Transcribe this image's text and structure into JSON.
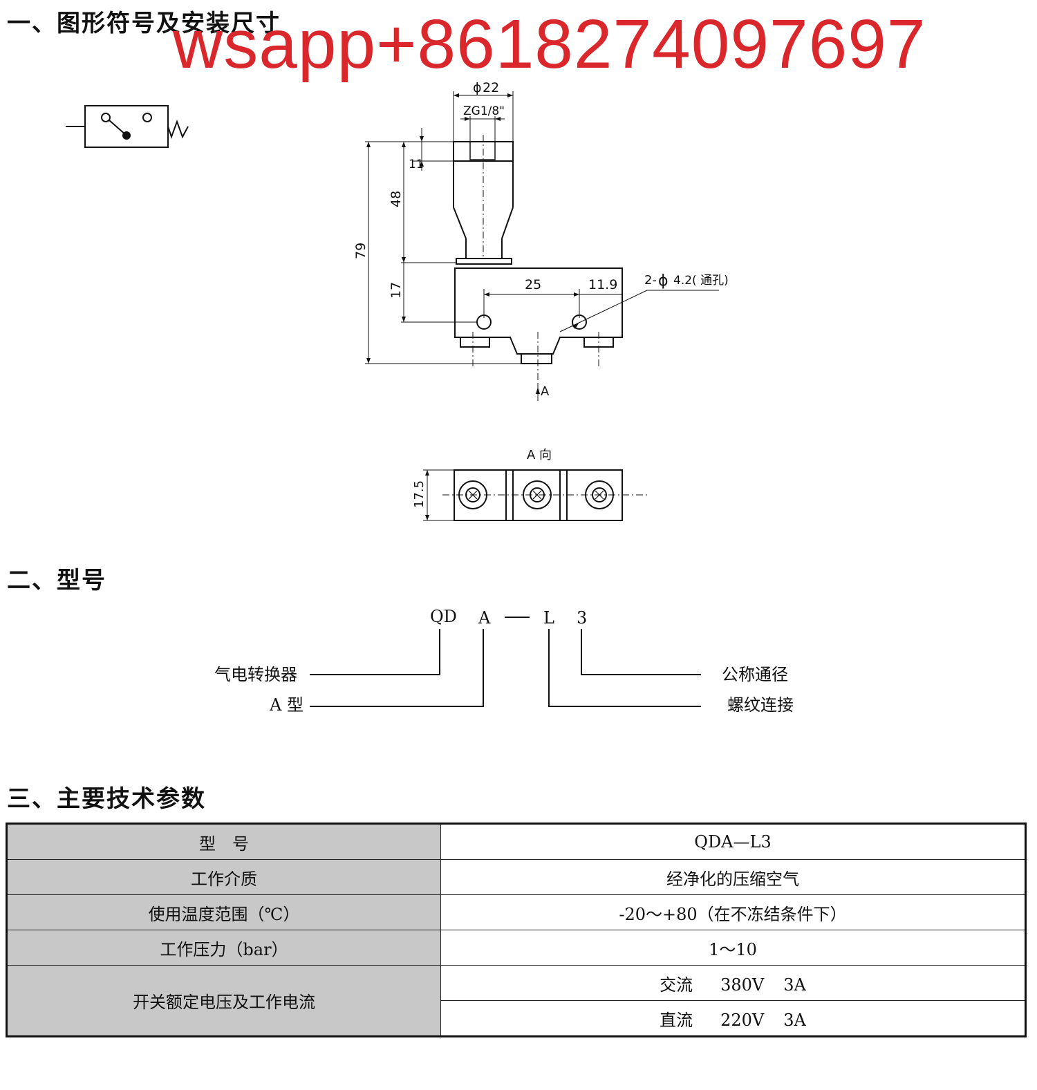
{
  "headings": {
    "section1": "一、图形符号及安装尺寸",
    "section2": "二、型号",
    "section3": "三、主要技术参数"
  },
  "watermark": "wsapp+8618274097697",
  "drawing": {
    "dim_diameter": "22",
    "dim_thread": "ZG1/8\"",
    "dim_11": "11",
    "dim_48": "48",
    "dim_79": "79",
    "dim_17": "17",
    "dim_25": "25",
    "dim_11_9": "11.9",
    "hole_note": "2-",
    "hole_note_rest": "4.2( 通孔)",
    "view_arrow_label": "A",
    "view_title": "A 向",
    "dim_17_5": "17.5"
  },
  "model_code": {
    "parts": [
      "QD",
      "A",
      "—",
      "L",
      "3"
    ],
    "labels_left": [
      "气电转换器",
      "A 型"
    ],
    "labels_right": [
      "公称通径",
      "螺纹连接"
    ]
  },
  "spec_table": {
    "rows": [
      {
        "label": "型　号",
        "value": "QDA—L3"
      },
      {
        "label": "工作介质",
        "value": "经净化的压缩空气"
      },
      {
        "label": "使用温度范围（℃）",
        "value": "-20～+80（在不冻结条件下）"
      },
      {
        "label": "工作压力（bar）",
        "value": "1～10"
      }
    ],
    "merged_label": "开关额定电压及工作电流",
    "current_rows": [
      {
        "type": "交流",
        "voltage": "380V",
        "current": "3A"
      },
      {
        "type": "直流",
        "voltage": "220V",
        "current": "3A"
      }
    ]
  },
  "colors": {
    "watermark": "#d9272b",
    "label_bg": "#c8c8c8"
  }
}
